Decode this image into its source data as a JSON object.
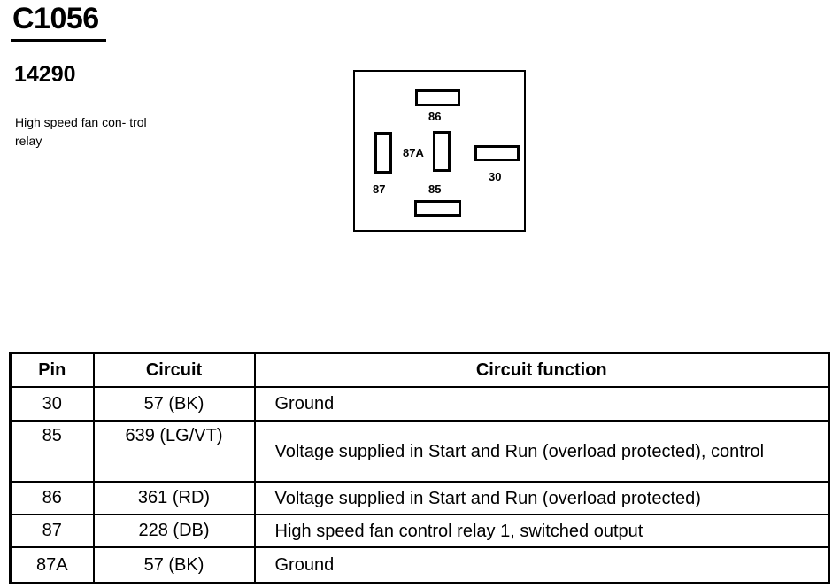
{
  "connector": {
    "id": "C1056",
    "part_number": "14290",
    "description": "High speed fan con- trol relay"
  },
  "diagram": {
    "pins": {
      "p86": "86",
      "p87a": "87A",
      "p30": "30",
      "p87": "87",
      "p85": "85"
    }
  },
  "table": {
    "headers": [
      "Pin",
      "Circuit",
      "Circuit function"
    ],
    "rows": [
      {
        "pin": "30",
        "circuit": "57 (BK)",
        "function": "Ground"
      },
      {
        "pin": "85",
        "circuit": "639 (LG/VT)",
        "function": "Voltage supplied in Start and Run (overload protected), control"
      },
      {
        "pin": "86",
        "circuit": "361 (RD)",
        "function": "Voltage supplied in Start and Run (overload protected)"
      },
      {
        "pin": "87",
        "circuit": "228 (DB)",
        "function": "High speed fan control relay 1, switched output"
      },
      {
        "pin": "87A",
        "circuit": "57 (BK)",
        "function": "Ground"
      }
    ]
  }
}
